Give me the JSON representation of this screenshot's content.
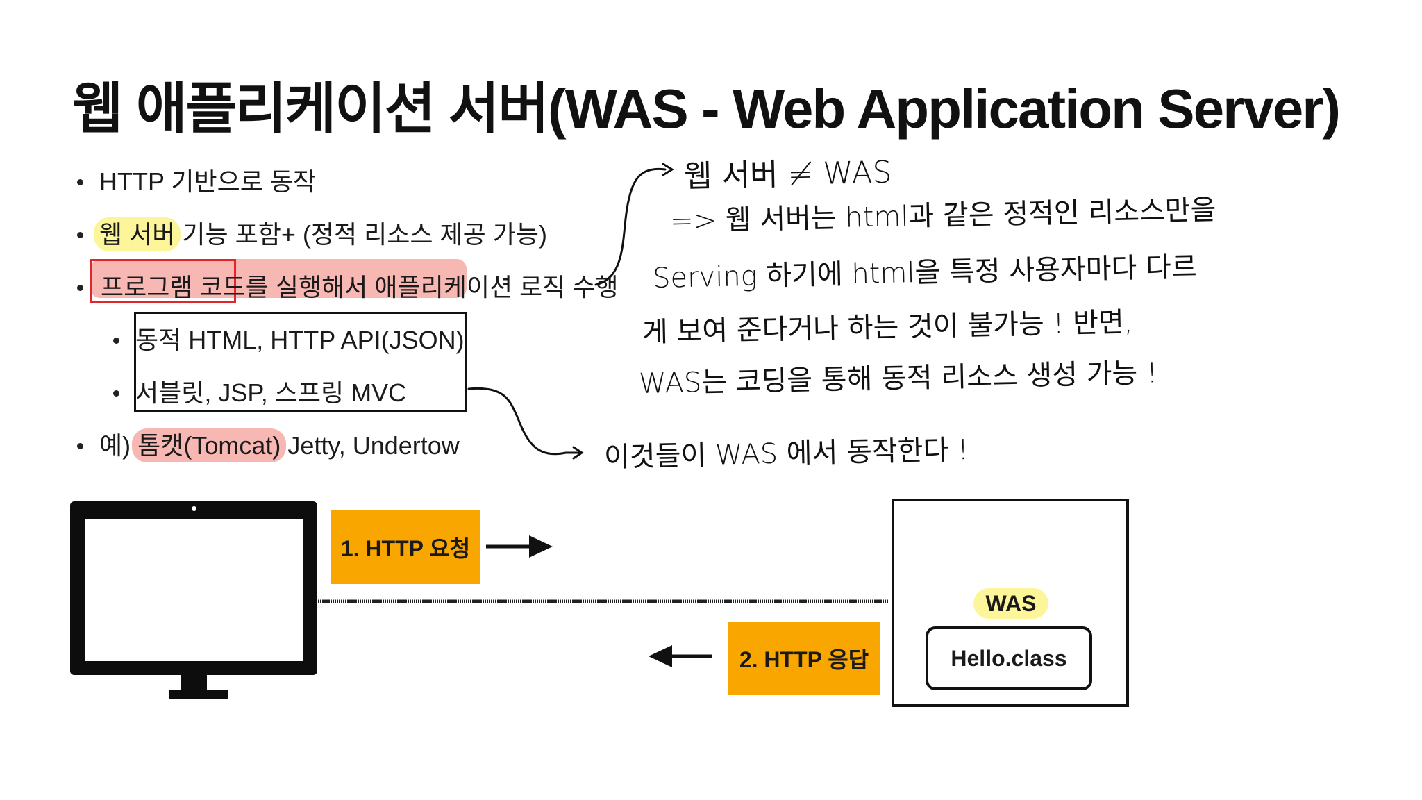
{
  "title": "웹 애플리케이션 서버(WAS - Web Application Server)",
  "bullets": {
    "b1": "HTTP 기반으로 동작",
    "b2_hl": "웹 서버",
    "b2_rest": " 기능 포함+ (정적 리소스 제공 가능)",
    "b3_boxed": "프로그램 코드",
    "b3_rest": "를 실행해서 애플리케이션 로직 수행",
    "sub1": "동적 HTML, HTTP API(JSON)",
    "sub2": "서블릿, JSP, 스프링 MVC",
    "b4_prefix": "예) ",
    "b4_hl": "톰캣(Tomcat)",
    "b4_rest": " Jetty, Undertow"
  },
  "notes": {
    "line1": "웹 서버 ≠ WAS",
    "line2": "=> 웹 서버는  html과 같은 정적인 리소스만을",
    "line3": "Serving 하기에  html을 특정 사용자마다 다르",
    "line4": "게 보여 준다거나  하는  것이  불가능 ! 반면,",
    "line5": "WAS는  코딩을 통해  동적 리소스  생성 가능 !",
    "line6": "이것들이  WAS 에서  동작한다 !"
  },
  "diagram": {
    "request": "1. HTTP 요청",
    "response": "2. HTTP 응답",
    "was_label": "WAS",
    "class_label": "Hello.class"
  },
  "colors": {
    "yellow_highlight": "#fcf59a",
    "pink_highlight": "#f7b7b3",
    "orange_label": "#f9a600",
    "red_box": "#e3262b"
  }
}
